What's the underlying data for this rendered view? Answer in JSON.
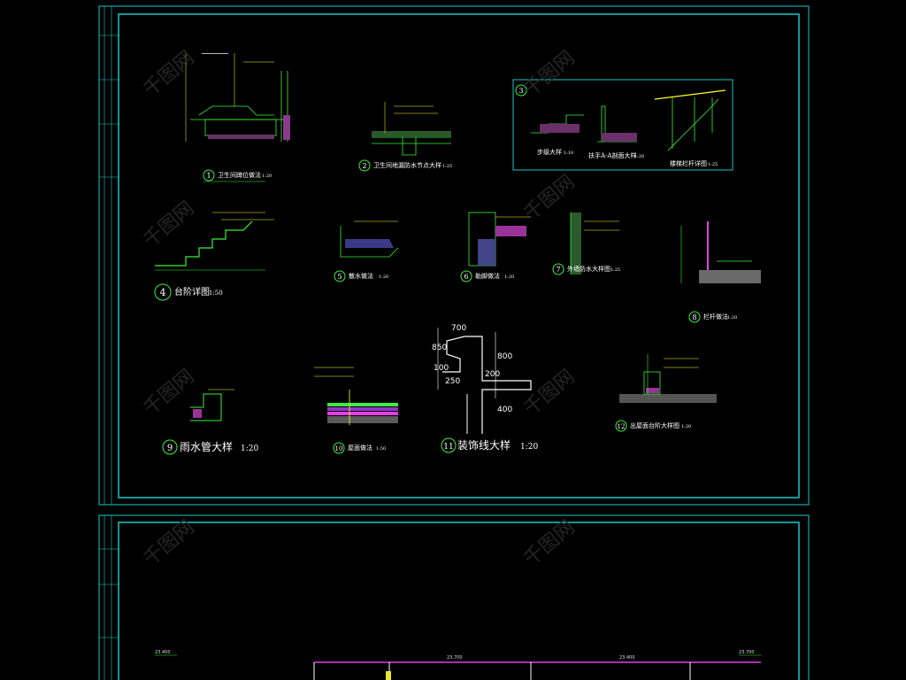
{
  "sheet_top": {
    "details": [
      {
        "num": "1",
        "title": "卫生间蹲位做法",
        "scale": "1:20"
      },
      {
        "num": "2",
        "title": "卫生间地漏防水节点大样",
        "scale": "1:25"
      },
      {
        "num": "3",
        "titles": [
          "步级大样",
          "扶手A-A剖面大样",
          "楼梯栏杆详图"
        ],
        "scales": [
          "1:10",
          "1:20",
          "1:25"
        ]
      },
      {
        "num": "4",
        "title": "台阶详图",
        "scale": "1:50"
      },
      {
        "num": "5",
        "title": "散水做法",
        "scale": "1:20"
      },
      {
        "num": "6",
        "title": "勒脚做法",
        "scale": "1:20"
      },
      {
        "num": "7",
        "title": "外墙防水大样图",
        "scale": "1:25"
      },
      {
        "num": "8",
        "title": "栏杆做法",
        "scale": "1:20"
      },
      {
        "num": "9",
        "title": "雨水管大样",
        "scale": "1:20"
      },
      {
        "num": "10",
        "title": "屋面做法",
        "scale": "1:50"
      },
      {
        "num": "11",
        "title": "装饰线大样",
        "scale": "1:20"
      },
      {
        "num": "12",
        "title": "出屋面台阶大样图",
        "scale": "1:20"
      }
    ],
    "dimensions": {
      "cornice": [
        "700",
        "800",
        "100",
        "200",
        "250",
        "400"
      ],
      "cornice_small": "850"
    },
    "colors": {
      "frame": "#19c9c9",
      "line": "#3af03a",
      "text": "#ffffff",
      "accent": "#e040e0",
      "yellow": "#e8e832"
    }
  },
  "sheet_bottom": {
    "dims": [
      "23.400",
      "23.700",
      "23.400",
      "23.700"
    ]
  },
  "watermark": "千图网"
}
